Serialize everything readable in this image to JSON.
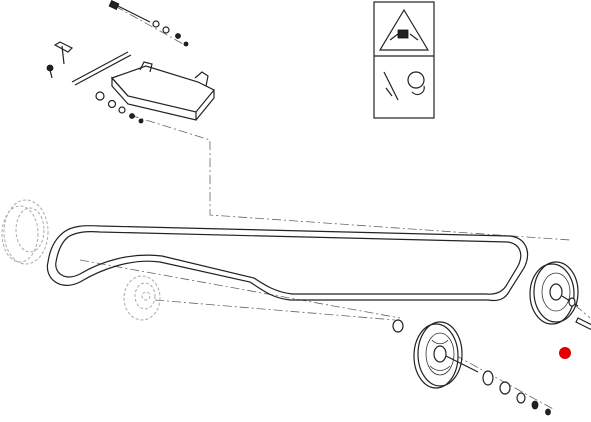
{
  "diagram": {
    "parts": [
      {
        "name": "bolt-top-left"
      },
      {
        "name": "mounting-bracket"
      },
      {
        "name": "drive-belt"
      },
      {
        "name": "idler-pulley"
      },
      {
        "name": "drive-pulley-right"
      },
      {
        "name": "engine-pulley-ghost"
      },
      {
        "name": "warning-decal"
      }
    ],
    "highlight": {
      "name": "selected-part-marker",
      "color": "#e00000"
    },
    "colors": {
      "line": "#222222",
      "dash": "#666666",
      "ghost": "#aaaaaa"
    }
  }
}
